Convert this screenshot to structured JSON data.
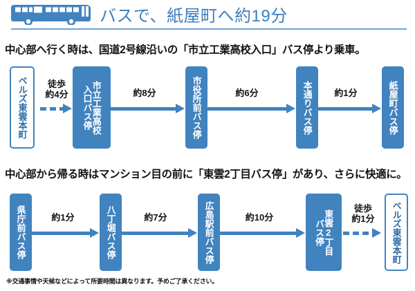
{
  "header": {
    "title": "バスで、紙屋町へ約19分",
    "icon": "bus-icon",
    "accent_color": "#3d7ebc",
    "rule_color": "#6ca3d4"
  },
  "colors": {
    "box_fill": "#4083bf",
    "box_border": "#4083bf",
    "box_text_on_fill": "#ffffff",
    "box_text_outline": "#2d6ca8",
    "connector": "#4083bf",
    "text": "#111111"
  },
  "sections": [
    {
      "lead": "中心部へ行く時は、国道2号線沿いの「市立工業高校入口」バス停より乗車。",
      "stations": [
        {
          "name": "ベルズ東雲本町",
          "columns": [
            "ベルズ東雲本町"
          ],
          "style": "outline"
        },
        {
          "name": "市立工業高校入口バス停",
          "columns": [
            "市立工業高校",
            "入口バス停"
          ],
          "style": "filled"
        },
        {
          "name": "市役所前バス停",
          "columns": [
            "市役所前バス停"
          ],
          "style": "filled"
        },
        {
          "name": "本通りバス停",
          "columns": [
            "本通りバス停"
          ],
          "style": "filled"
        },
        {
          "name": "紙屋町バス停",
          "columns": [
            "紙屋町バス停"
          ],
          "style": "filled"
        }
      ],
      "connectors": [
        {
          "mode": "walk",
          "label_line1": "徒歩",
          "label_line2": "約4分",
          "label": "徒歩 約4分"
        },
        {
          "mode": "bus",
          "label_line1": "約8分",
          "label_line2": "",
          "label": "約8分"
        },
        {
          "mode": "bus",
          "label_line1": "約6分",
          "label_line2": "",
          "label": "約6分"
        },
        {
          "mode": "bus",
          "label_line1": "約1分",
          "label_line2": "",
          "label": "約1分"
        }
      ]
    },
    {
      "lead": "中心部から帰る時はマンション目の前に「東雲2丁目バス停」があり、さらに快適に。",
      "stations": [
        {
          "name": "県庁前バス停",
          "columns": [
            "県庁前バス停"
          ],
          "style": "filled"
        },
        {
          "name": "八丁堀バス停",
          "columns": [
            "八丁堀バス停"
          ],
          "style": "filled"
        },
        {
          "name": "広島駅前バス停",
          "columns": [
            "広島駅前バス停"
          ],
          "style": "filled"
        },
        {
          "name": "東雲2丁目バス停",
          "columns": [
            "東雲2丁目",
            "バス停"
          ],
          "style": "filled"
        },
        {
          "name": "ベルズ東雲本町",
          "columns": [
            "ベルズ東雲本町"
          ],
          "style": "outline"
        }
      ],
      "connectors": [
        {
          "mode": "bus",
          "label_line1": "約1分",
          "label_line2": "",
          "label": "約1分"
        },
        {
          "mode": "bus",
          "label_line1": "約7分",
          "label_line2": "",
          "label": "約7分"
        },
        {
          "mode": "bus",
          "label_line1": "約10分",
          "label_line2": "",
          "label": "約10分"
        },
        {
          "mode": "walk",
          "label_line1": "徒歩",
          "label_line2": "約1分",
          "label": "徒歩 約1分"
        }
      ]
    }
  ],
  "footnote": "※交通事情や天候などによって所要時間は異なります。予めご了承ください。"
}
